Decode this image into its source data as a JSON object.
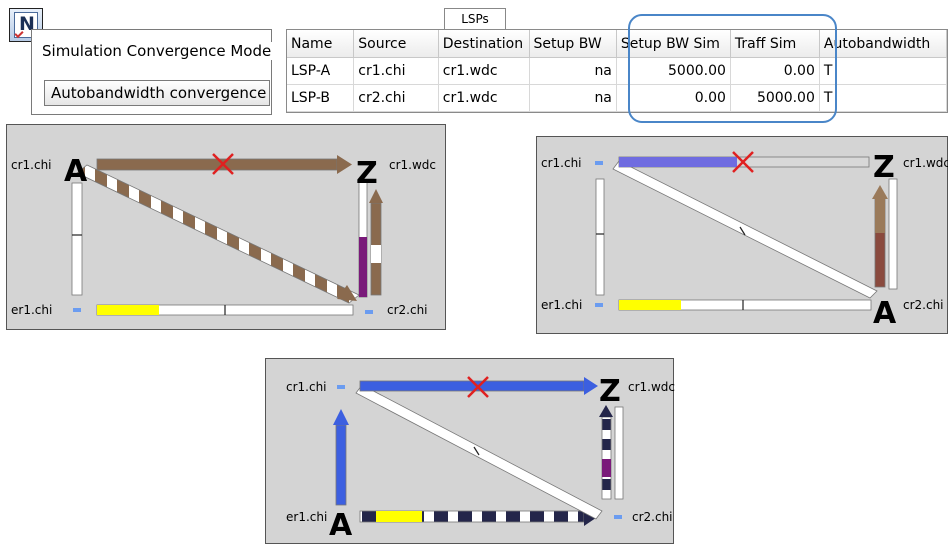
{
  "app": {
    "icon": "network-app-icon",
    "icon_letter": "N"
  },
  "convergence": {
    "label": "Simulation Convergence Mode",
    "value": "Autobandwidth convergence"
  },
  "lsp_panel": {
    "tab_label": "LSPs",
    "columns": [
      "Name",
      "Source",
      "Destination",
      "Setup BW",
      "Setup BW Sim",
      "Traff Sim",
      "Autobandwidth"
    ],
    "rows": [
      [
        "LSP-A",
        "cr1.chi",
        "cr1.wdc",
        "na",
        "5000.00",
        "0.00",
        "T"
      ],
      [
        "LSP-B",
        "cr2.chi",
        "cr1.wdc",
        "na",
        "0.00",
        "5000.00",
        "T"
      ]
    ],
    "highlight_color": "#4a86c8"
  },
  "diagrams": [
    {
      "nodes": {
        "tl": "cr1.chi",
        "tr": "cr1.wdc",
        "bl": "er1.chi",
        "br": "cr2.chi"
      },
      "markers": {
        "a": "A",
        "z": "Z"
      },
      "failed_link": "cr1.chi-cr1.wdc"
    },
    {
      "nodes": {
        "tl": "cr1.chi",
        "tr": "cr1.wdc",
        "bl": "er1.chi",
        "br": "cr2.chi"
      },
      "markers": {
        "a": "A",
        "z": "Z"
      },
      "failed_link": "cr1.chi-cr1.wdc"
    },
    {
      "nodes": {
        "tl": "cr1.chi",
        "tr": "cr1.wdc",
        "bl": "er1.chi",
        "br": "cr2.chi"
      },
      "markers": {
        "a": "A",
        "z": "Z"
      },
      "failed_link": "cr1.chi-cr1.wdc"
    }
  ],
  "colors": {
    "brown": "#8a6a4e",
    "blue": "#3c5fe0",
    "lavender": "#6f6ce0",
    "yellow": "#ffff00",
    "purple": "#7a1a7a",
    "fail_x": "#e02020",
    "node_dot": "#6b9cf0"
  }
}
